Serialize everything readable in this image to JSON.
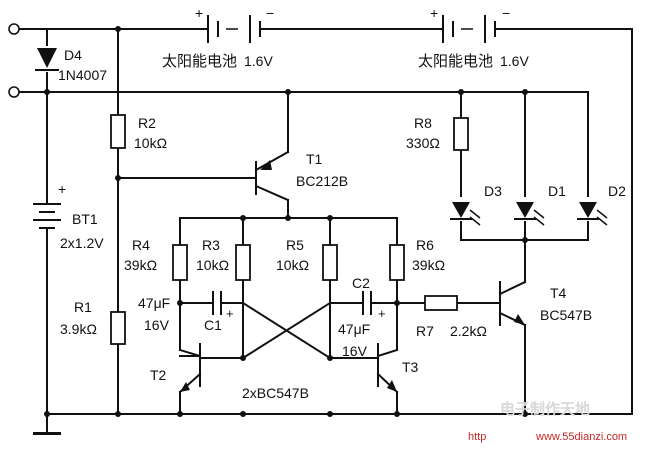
{
  "solar_cells": [
    {
      "label": "太阳能电池",
      "value": "1.6V",
      "plus": "+",
      "minus": "−"
    },
    {
      "label": "太阳能电池",
      "value": "1.6V",
      "plus": "+",
      "minus": "−"
    }
  ],
  "components": {
    "d4": {
      "name": "D4",
      "part": "1N4007"
    },
    "bt1": {
      "name": "BT1",
      "value": "2x1.2V",
      "plus": "+"
    },
    "r1": {
      "name": "R1",
      "value": "3.9kΩ"
    },
    "r2": {
      "name": "R2",
      "value": "10kΩ"
    },
    "r3": {
      "name": "R3",
      "value": "10kΩ"
    },
    "r4": {
      "name": "R4",
      "value": "39kΩ"
    },
    "r5": {
      "name": "R5",
      "value": "10kΩ"
    },
    "r6": {
      "name": "R6",
      "value": "39kΩ"
    },
    "r7": {
      "name": "R7",
      "value": "2.2kΩ"
    },
    "r8": {
      "name": "R8",
      "value": "330Ω"
    },
    "t1": {
      "name": "T1",
      "part": "BC212B"
    },
    "t2": {
      "name": "T2"
    },
    "t3": {
      "name": "T3"
    },
    "t2t3_part": "2xBC547B",
    "t4": {
      "name": "T4",
      "part": "BC547B"
    },
    "c1": {
      "name": "C1",
      "value": "47μF",
      "voltage": "16V",
      "plus": "+"
    },
    "c2": {
      "name": "C2",
      "value": "47μF",
      "voltage": "16V",
      "plus": "+"
    },
    "d1": {
      "name": "D1"
    },
    "d2": {
      "name": "D2"
    },
    "d3": {
      "name": "D3"
    }
  },
  "watermark": {
    "text": "电子制作天地",
    "url": "www.55dianzi.com",
    "prefix": "http"
  }
}
